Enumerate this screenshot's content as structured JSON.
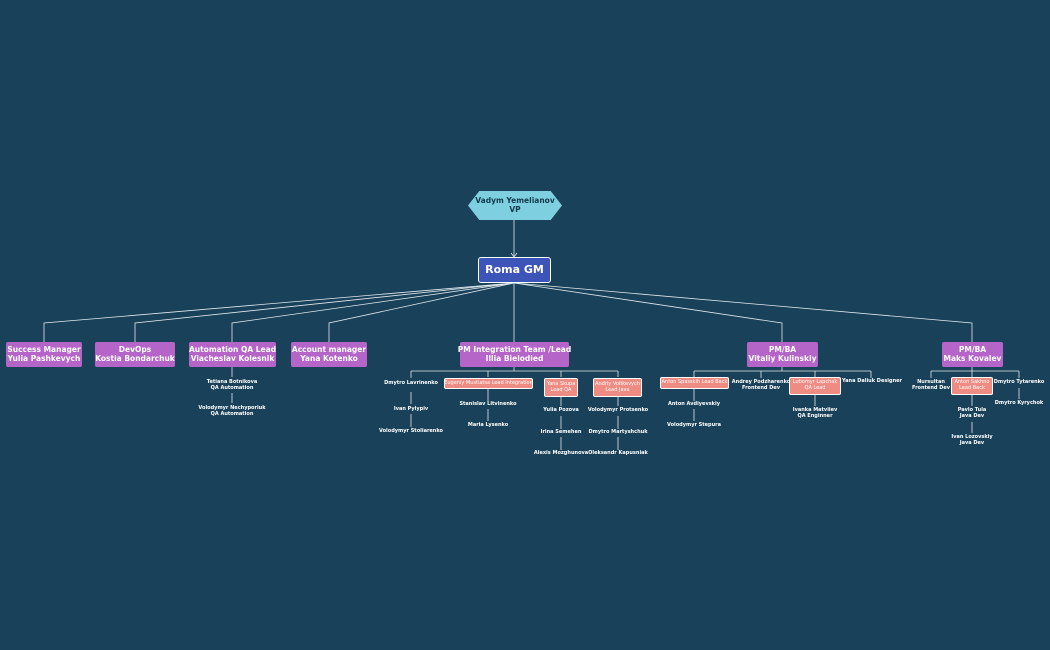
{
  "root": {
    "name": "Vadym Yemelianov",
    "role": "VP"
  },
  "gm": {
    "name": "Roma GM"
  },
  "departments": [
    {
      "role": "Success Manager",
      "name": "Yulia Pashkevych"
    },
    {
      "role": "DevOps",
      "name": "Kostia Bondarchuk"
    },
    {
      "role": "Automation QA Lead",
      "name": "Viacheslav Kolesnik"
    },
    {
      "role": "Account manager",
      "name": "Yana Kotenko"
    },
    {
      "role": "PM Integration Team /Lead",
      "name": "Illia Bielodied"
    },
    {
      "role": "PM/BA",
      "name": "Vitaliy Kulinskiy"
    },
    {
      "role": "PM/BA",
      "name": "Maks Kovalev"
    }
  ],
  "qa_automation": [
    {
      "name": "Tetiana Botnikova",
      "role": "QA Automation"
    },
    {
      "name": "Volodymyr Nechyporiuk",
      "role": "QA Automation"
    }
  ],
  "integration": {
    "col1": [
      "Dmytro Lavrinenko",
      "Ivan Pylypiv",
      "Volodymyr Stoliarenko"
    ],
    "lead2": "Eugeniy Mustiatsa Lead Integration",
    "col2": [
      "Stanislav Litvinenko",
      "Maria Lysenko"
    ],
    "lead3": {
      "name": "Yana Skupa",
      "role": "Lead QA"
    },
    "col3": [
      "Yulia Pozova",
      "Irina Semehen",
      "Alexis Mozghunova"
    ],
    "lead4": {
      "name": "Andriy Voitkevych",
      "role": "Lead Java"
    },
    "col4": [
      "Volodymyr Protsenko",
      "Dmytro Martyshchuk",
      "Oleksandr Kapusniak"
    ]
  },
  "kulinskiy_team": {
    "lead1": "Anton Spasskih Lead Back",
    "col1": [
      "Anton Avdiyevskiy",
      "Volodymyr Stepura"
    ],
    "frontend": {
      "name": "Andrey Podzharenko",
      "role": "Frontend Dev"
    },
    "lead3": {
      "name": "Lubomyr  Lapchak",
      "role": "QA Lead"
    },
    "col3": [
      {
        "name": "Ivanka Matviiev",
        "role": "QA Enginner"
      }
    ],
    "designer": "Yana Daliuk Designer"
  },
  "kovalev_team": {
    "frontend": {
      "name": "Nursultan",
      "role": "Frontend Dev"
    },
    "lead2": {
      "name": "Anton Sakhno",
      "role": "Lead Back"
    },
    "col2": [
      {
        "name": "Pavlo Tula",
        "role": "Java Dev"
      },
      {
        "name": "Ivan Lozovskiy",
        "role": "Java Dev"
      }
    ],
    "col3": [
      "Dmytro Tytarenko",
      "Dmytro Kyrychok"
    ]
  },
  "colors": {
    "background": "#19425a",
    "vp": "#7ecfdf",
    "gm": "#3d55b8",
    "manager": "#b565c8",
    "lead": "#ee8c84",
    "line": "#dfe8ee"
  }
}
